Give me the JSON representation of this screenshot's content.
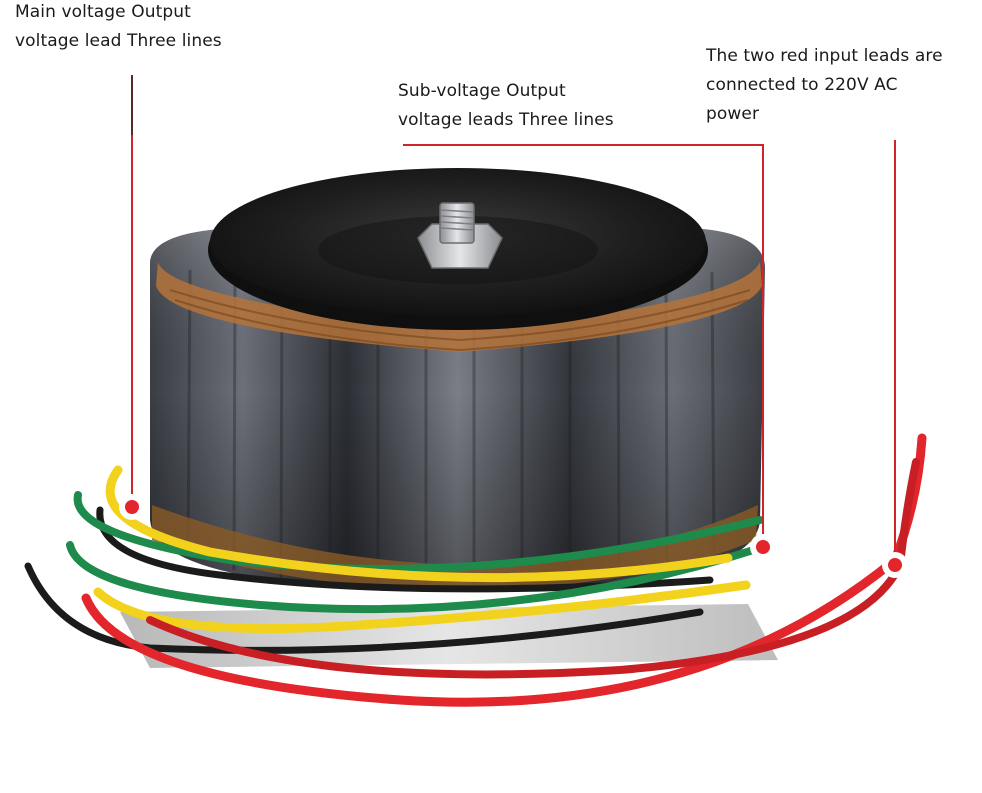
{
  "callouts": {
    "main_output": {
      "line1": "Main voltage Output",
      "line2": "voltage lead Three lines"
    },
    "sub_output": {
      "line1": "Sub-voltage Output",
      "line2": "voltage leads Three lines"
    },
    "input_leads": {
      "line1": "The two red input leads are",
      "line2": "connected to 220V AC",
      "line3": "power"
    }
  },
  "colors": {
    "callout_line": "#d0242b",
    "wire_red": "#e3262b",
    "wire_yellow": "#f2d21d",
    "wire_green": "#1e8a4c",
    "wire_black": "#1b1b1b",
    "winding_copper": "#b5733a",
    "cover_disk": "#1c1c1c",
    "base_plate": "#c9c9c9"
  },
  "icons": {
    "bolt": "center-bolt-icon",
    "marker": "red-dot-marker-icon"
  }
}
